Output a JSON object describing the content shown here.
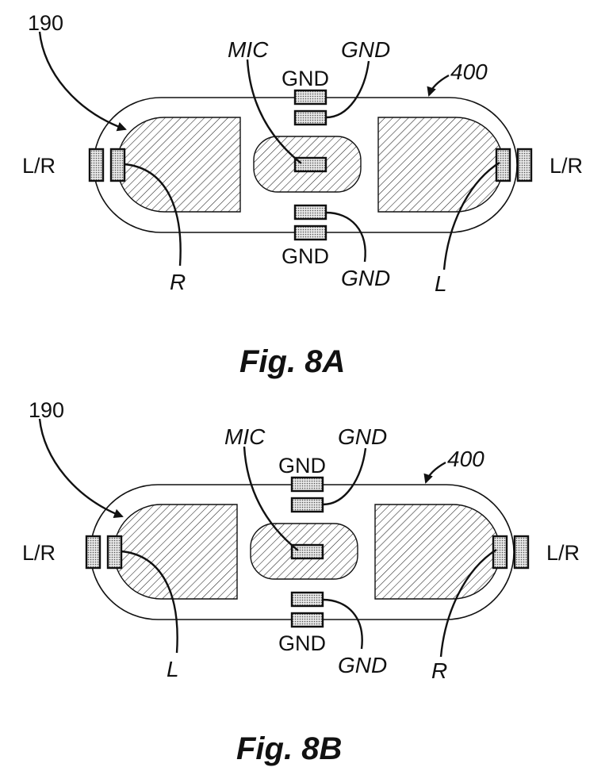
{
  "figure_a": {
    "ref_cable": "190",
    "ref_plug": "400",
    "mic": "MIC",
    "gnd_top": "GND",
    "gnd_top_italic": "GND",
    "gnd_bottom": "GND",
    "gnd_bottom_italic": "GND",
    "lr_left": "L/R",
    "lr_right": "L/R",
    "left_contact": "R",
    "right_contact": "L",
    "caption": "Fig. 8A"
  },
  "figure_b": {
    "ref_cable": "190",
    "ref_plug": "400",
    "mic": "MIC",
    "gnd_top": "GND",
    "gnd_top_italic": "GND",
    "gnd_bottom": "GND",
    "gnd_bottom_italic": "GND",
    "lr_left": "L/R",
    "lr_right": "L/R",
    "left_contact": "L",
    "right_contact": "R",
    "caption": "Fig. 8B"
  }
}
